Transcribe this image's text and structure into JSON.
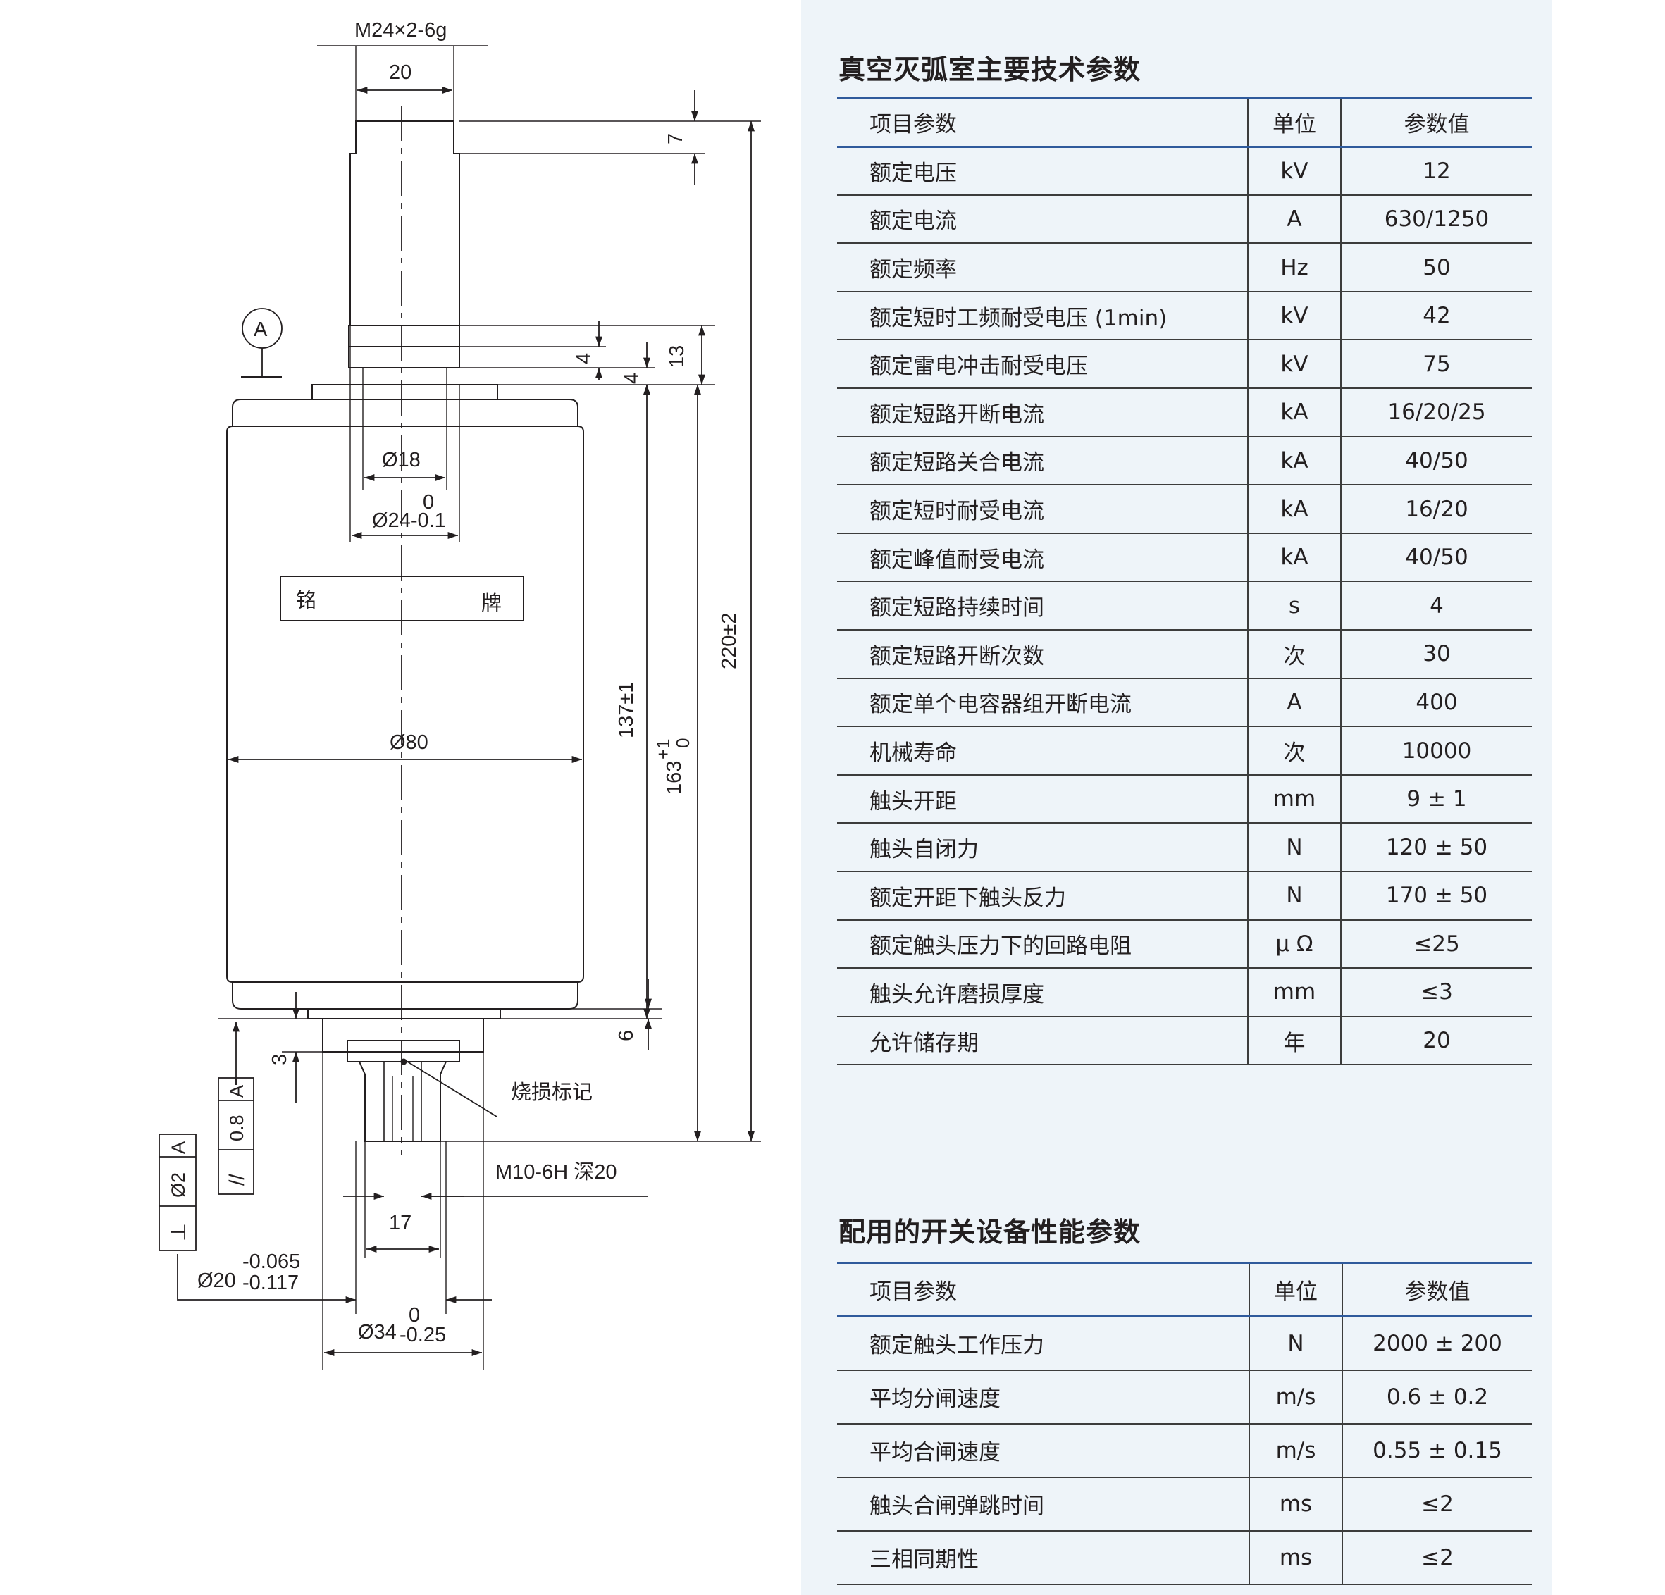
{
  "drawing": {
    "labels": {
      "thread_top": "M24×2-6g",
      "dim_20": "20",
      "dim_7": "7",
      "datum_a": "A",
      "dim_4a": "4",
      "dim_4b": "4",
      "dim_13": "13",
      "dia_18": "Ø18",
      "tol_zero_24": "0",
      "dia_24": "Ø24-0.1",
      "nameplate_left": "铭",
      "nameplate_right": "牌",
      "dim_220": "220±2",
      "dim_137": "137±1",
      "dim_163": "163",
      "dim_163_tol_upper": "+1",
      "dim_163_tol_lower": "0",
      "dia_80": "Ø80",
      "dim_6": "6",
      "dim_3": "3",
      "burn_mark": "烧损标记",
      "thread_bottom": "M10-6H 深20",
      "dim_17": "17",
      "dia_20": "Ø20",
      "dia_20_tol_upper": "-0.065",
      "dia_20_tol_lower": "-0.117",
      "dia_34": "Ø34",
      "dia_34_tol_upper": "0",
      "dia_34_tol_lower": "-0.25",
      "fcf_parallel_symbol": "//",
      "fcf_parallel_value": "0.8",
      "fcf_parallel_datum": "A",
      "fcf_perp_symbol": "⊥",
      "fcf_perp_value": "Ø2",
      "fcf_perp_datum": "A"
    }
  },
  "table1": {
    "title": "真空灭弧室主要技术参数",
    "headers": [
      "项目参数",
      "单位",
      "参数值"
    ],
    "rows": [
      [
        "额定电压",
        "kV",
        "12"
      ],
      [
        "额定电流",
        "A",
        "630/1250"
      ],
      [
        "额定频率",
        "Hz",
        "50"
      ],
      [
        "额定短时工频耐受电压 (1min)",
        "kV",
        "42"
      ],
      [
        "额定雷电冲击耐受电压",
        "kV",
        "75"
      ],
      [
        "额定短路开断电流",
        "kA",
        "16/20/25"
      ],
      [
        "额定短路关合电流",
        "kA",
        "40/50"
      ],
      [
        "额定短时耐受电流",
        "kA",
        "16/20"
      ],
      [
        "额定峰值耐受电流",
        "kA",
        "40/50"
      ],
      [
        "额定短路持续时间",
        "s",
        "4"
      ],
      [
        "额定短路开断次数",
        "次",
        "30"
      ],
      [
        "额定单个电容器组开断电流",
        "A",
        "400"
      ],
      [
        "机械寿命",
        "次",
        "10000"
      ],
      [
        "触头开距",
        "mm",
        "9 ± 1"
      ],
      [
        "触头自闭力",
        "N",
        "120 ± 50"
      ],
      [
        "额定开距下触头反力",
        "N",
        "170 ± 50"
      ],
      [
        "额定触头压力下的回路电阻",
        "μ Ω",
        "≤25"
      ],
      [
        "触头允许磨损厚度",
        "mm",
        "≤3"
      ],
      [
        "允许储存期",
        "年",
        "20"
      ]
    ]
  },
  "table2": {
    "title": "配用的开关设备性能参数",
    "headers": [
      "项目参数",
      "单位",
      "参数值"
    ],
    "rows": [
      [
        "额定触头工作压力",
        "N",
        "2000 ± 200"
      ],
      [
        "平均分闸速度",
        "m/s",
        "0.6 ± 0.2"
      ],
      [
        "平均合闸速度",
        "m/s",
        "0.55 ± 0.15"
      ],
      [
        "触头合闸弹跳时间",
        "ms",
        "≤2"
      ],
      [
        "三相同期性",
        "ms",
        "≤2"
      ]
    ]
  },
  "colors": {
    "table_header_rule": "#2f5a9c",
    "panel_bg": "#eef4f9",
    "ink": "#231f20"
  }
}
